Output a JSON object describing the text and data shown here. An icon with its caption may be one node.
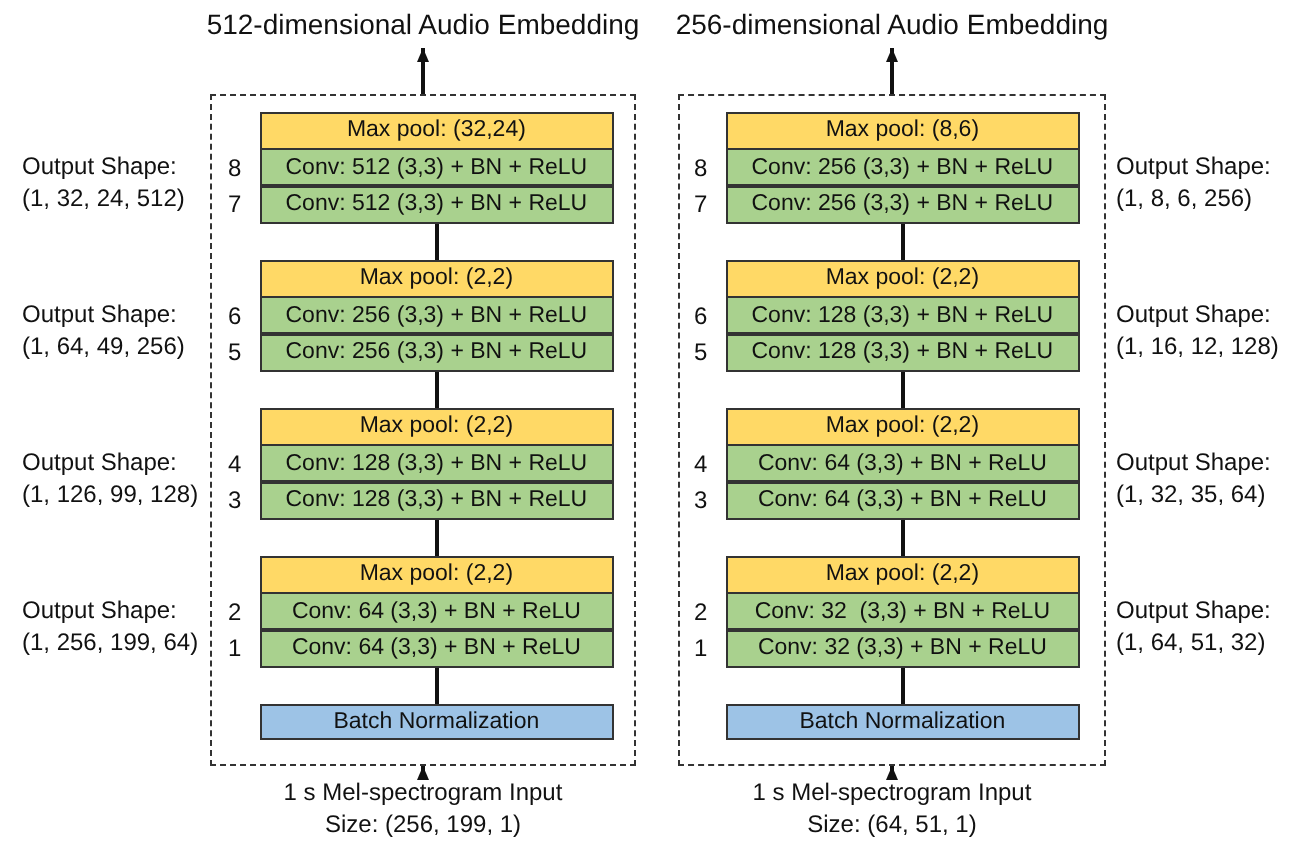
{
  "diagram": {
    "nodes": [
      {
        "text": [
          "512-dimensional Audio Embedding"
        ]
      },
      {
        "text": [],
        "shape": "box"
      },
      {
        "text": [
          "Max pool: (32,24)"
        ],
        "in": 1
      },
      {
        "text": [
          "Conv: 512 (3,3) + BN + ReLU"
        ],
        "in": 1,
        "beside": [
          "8"
        ]
      },
      {
        "text": [
          "Conv: 512 (3,3) + BN + ReLU"
        ],
        "in": 1,
        "beside": [
          "7"
        ]
      },
      {
        "text": [
          "Max pool: (2,2)"
        ],
        "in": 1
      },
      {
        "text": [
          "Conv: 256 (3,3) + BN + ReLU"
        ],
        "in": 1,
        "beside": [
          "6"
        ]
      },
      {
        "text": [
          "Conv: 256 (3,3) + BN + ReLU"
        ],
        "in": 1,
        "beside": [
          "5"
        ]
      },
      {
        "text": [
          "Max pool: (2,2)"
        ],
        "in": 1
      },
      {
        "text": [
          "Conv: 128 (3,3) + BN + ReLU"
        ],
        "in": 1,
        "beside": [
          "4"
        ]
      },
      {
        "text": [
          "Conv: 128 (3,3) + BN + ReLU"
        ],
        "in": 1,
        "beside": [
          "3"
        ]
      },
      {
        "text": [
          "Max pool: (2,2)"
        ],
        "in": 1
      },
      {
        "text": [
          "Conv: 64 (3,3) + BN + ReLU"
        ],
        "in": 1,
        "beside": [
          "2"
        ]
      },
      {
        "text": [
          "Conv: 64 (3,3) + BN + ReLU"
        ],
        "in": 1,
        "beside": [
          "1"
        ]
      },
      {
        "text": [
          "Batch Normalization"
        ],
        "in": 1
      },
      {
        "text": [
          "1 s Mel-spectrogram Input",
          "Size: (256, 199, 1)"
        ]
      },
      {
        "text": [
          "256-dimensional Audio Embedding"
        ]
      },
      {
        "text": [],
        "shape": "box"
      },
      {
        "text": [
          "Max pool: (8,6)"
        ],
        "in": 17
      },
      {
        "text": [
          "Conv: 256 (3,3) + BN + ReLU"
        ],
        "in": 17,
        "beside": [
          "8"
        ]
      },
      {
        "text": [
          "Conv: 256 (3,3) + BN + ReLU"
        ],
        "in": 17,
        "beside": [
          "7"
        ]
      },
      {
        "text": [
          "Max pool: (2,2)"
        ],
        "in": 17
      },
      {
        "text": [
          "Conv: 128 (3,3) + BN + ReLU"
        ],
        "in": 17,
        "beside": [
          "6"
        ]
      },
      {
        "text": [
          "Conv: 128 (3,3) + BN + ReLU"
        ],
        "in": 17,
        "beside": [
          "5"
        ]
      },
      {
        "text": [
          "Max pool: (2,2)"
        ],
        "in": 17
      },
      {
        "text": [
          "Conv: 64 (3,3) + BN + ReLU"
        ],
        "in": 17,
        "beside": [
          "4"
        ]
      },
      {
        "text": [
          "Conv: 64 (3,3) + BN + ReLU"
        ],
        "in": 17,
        "beside": [
          "3"
        ]
      },
      {
        "text": [
          "Max pool: (2,2)"
        ],
        "in": 17
      },
      {
        "text": [
          "Conv: 32  (3,3) + BN + ReLU"
        ],
        "in": 17,
        "beside": [
          "2"
        ]
      },
      {
        "text": [
          "Conv: 32 (3,3) + BN + ReLU"
        ],
        "in": 17,
        "beside": [
          "1"
        ]
      },
      {
        "text": [
          "Batch Normalization"
        ],
        "in": 17
      },
      {
        "text": [
          "1 s Mel-spectrogram Input",
          "Size: (64, 51, 1)"
        ]
      }
    ],
    "edges": [
      {
        "from": 1,
        "to": 0,
        "arrow": "to"
      },
      {
        "from": 5,
        "to": 4,
        "arrow": "none"
      },
      {
        "from": 8,
        "to": 7,
        "arrow": "none"
      },
      {
        "from": 11,
        "to": 10,
        "arrow": "none"
      },
      {
        "from": 14,
        "to": 13,
        "arrow": "none"
      },
      {
        "from": 15,
        "to": 1,
        "arrow": "to"
      },
      {
        "from": 17,
        "to": 16,
        "arrow": "to"
      },
      {
        "from": 21,
        "to": 20,
        "arrow": "none"
      },
      {
        "from": 24,
        "to": 23,
        "arrow": "none"
      },
      {
        "from": 27,
        "to": 26,
        "arrow": "none"
      },
      {
        "from": 30,
        "to": 29,
        "arrow": "none"
      },
      {
        "from": 31,
        "to": 17,
        "arrow": "to"
      }
    ],
    "labels": [
      "Output Shape:",
      "(1, 32, 24, 512)",
      "Output Shape:",
      "(1, 64, 49, 256)",
      "Output Shape:",
      "(1, 126, 99, 128)",
      "Output Shape:",
      "(1, 256, 199, 64)",
      "Output Shape:",
      "(1, 8, 6, 256)",
      "Output Shape:",
      "(1, 16, 12, 128)",
      "Output Shape:",
      "(1, 32, 35, 64)",
      "Output Shape:",
      "(1, 64, 51, 32)"
    ]
  }
}
